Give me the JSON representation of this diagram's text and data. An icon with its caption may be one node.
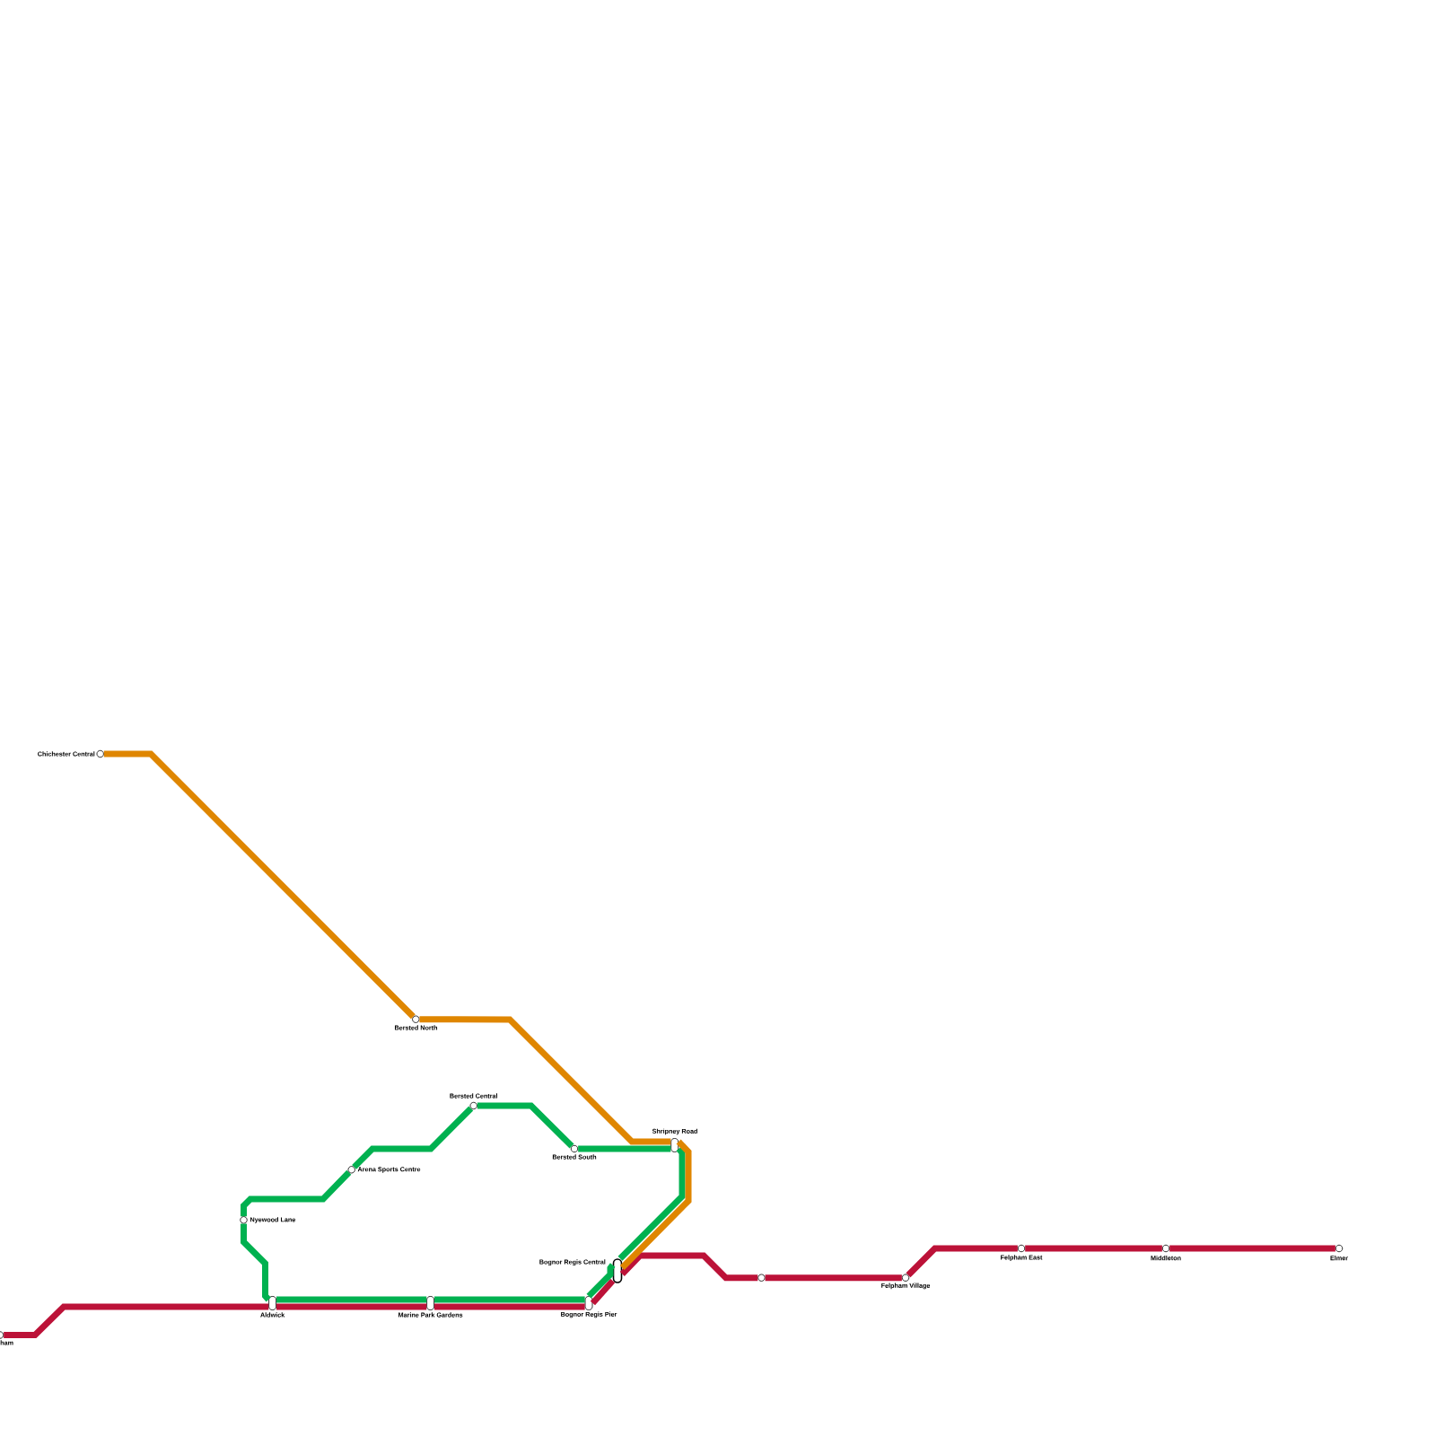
{
  "diagram": {
    "nodes": [
      {
        "text": [
          "Chichester Central"
        ]
      },
      {
        "text": [
          "Bersted North"
        ]
      },
      {
        "text": [
          "Bersted Central"
        ]
      },
      {
        "text": [
          "Shripney Road"
        ]
      },
      {
        "text": [
          "Bersted South"
        ]
      },
      {
        "text": [
          "Arena Sports Centre"
        ]
      },
      {
        "text": [
          "Nyewood Lane"
        ]
      },
      {
        "text": [
          "Felpham East"
        ]
      },
      {
        "text": [
          "Middleton"
        ]
      },
      {
        "text": [
          "Elmer"
        ]
      },
      {
        "text": [
          "Bognor Regis Central"
        ]
      },
      {
        "text": [],
        "shape": "circle"
      },
      {
        "text": [
          "Felpham Village"
        ]
      },
      {
        "text": [
          "Aldwick"
        ]
      },
      {
        "text": [
          "Marine Park Gardens"
        ]
      },
      {
        "text": [
          "Bognor Regis Pier"
        ]
      },
      {
        "text": [
          "ham"
        ]
      }
    ],
    "edges": [
      {
        "from": 16,
        "to": 13,
        "arrow": "none",
        "color": "#bc1238"
      },
      {
        "from": 13,
        "to": 14,
        "arrow": "none",
        "color": "#bc1238"
      },
      {
        "from": 14,
        "to": 15,
        "arrow": "none",
        "color": "#bc1238"
      },
      {
        "from": 15,
        "to": 10,
        "arrow": "none",
        "color": "#bc1238"
      },
      {
        "from": 10,
        "to": 11,
        "arrow": "none",
        "color": "#bc1238"
      },
      {
        "from": 11,
        "to": 12,
        "arrow": "none",
        "color": "#bc1238"
      },
      {
        "from": 12,
        "to": 7,
        "arrow": "none",
        "color": "#bc1238"
      },
      {
        "from": 7,
        "to": 8,
        "arrow": "none",
        "color": "#bc1238"
      },
      {
        "from": 8,
        "to": 9,
        "arrow": "none",
        "color": "#bc1238"
      },
      {
        "from": 13,
        "to": 14,
        "arrow": "none",
        "color": "#00b150"
      },
      {
        "from": 14,
        "to": 15,
        "arrow": "none",
        "color": "#00b150"
      },
      {
        "from": 15,
        "to": 10,
        "arrow": "none",
        "color": "#00b150"
      },
      {
        "from": 10,
        "to": 3,
        "arrow": "none",
        "color": "#00b150"
      },
      {
        "from": 3,
        "to": 4,
        "arrow": "none",
        "color": "#00b150"
      },
      {
        "from": 4,
        "to": 2,
        "arrow": "none",
        "color": "#00b150"
      },
      {
        "from": 2,
        "to": 5,
        "arrow": "none",
        "color": "#00b150"
      },
      {
        "from": 5,
        "to": 6,
        "arrow": "none",
        "color": "#00b150"
      },
      {
        "from": 6,
        "to": 13,
        "arrow": "none",
        "color": "#00b150"
      },
      {
        "from": 0,
        "to": 1,
        "arrow": "none",
        "color": "#df8600"
      },
      {
        "from": 1,
        "to": 3,
        "arrow": "none",
        "color": "#df8600"
      },
      {
        "from": 3,
        "to": 10,
        "arrow": "none",
        "color": "#df8600"
      }
    ]
  }
}
